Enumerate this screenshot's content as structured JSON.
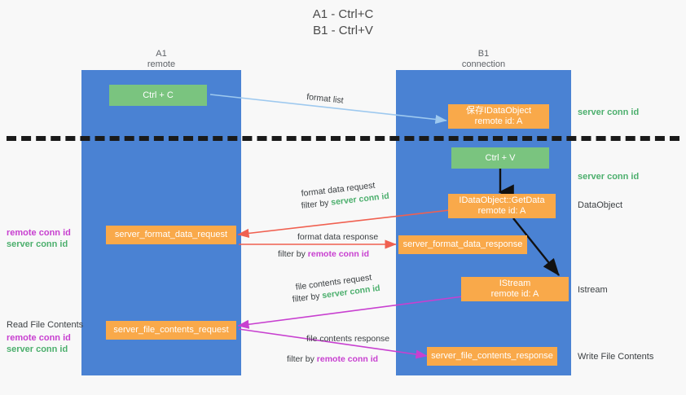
{
  "title": {
    "line1": "A1 - Ctrl+C",
    "line2": "B1 - Ctrl+V"
  },
  "colors": {
    "lane": "#4a82d3",
    "green_box": "#7ac47f",
    "orange_box": "#f9a94a",
    "server_conn_id": "#4caf6d",
    "remote_conn_id": "#c840d0",
    "arrow_blue": "#9ec9ef",
    "arrow_red": "#f06050",
    "arrow_magenta": "#c840d0",
    "arrow_black": "#000000",
    "divider": "#1a1a1a",
    "background": "#f8f8f8"
  },
  "lanes": [
    {
      "name": "A1",
      "sub": "remote"
    },
    {
      "name": "B1",
      "sub": "connection"
    }
  ],
  "boxes": {
    "ctrl_c": {
      "line1": "Ctrl + C"
    },
    "save_idataobject": {
      "line1": "保存IDataObject",
      "line2": "remote id: A"
    },
    "ctrl_v": {
      "line1": "Ctrl + V"
    },
    "getdata": {
      "line1": "IDataObject::GetData",
      "line2": "remote id: A"
    },
    "format_data_request": {
      "line1": "server_format_data_request"
    },
    "format_data_response": {
      "line1": "server_format_data_response"
    },
    "istream": {
      "line1": "IStream",
      "line2": "remote id: A"
    },
    "file_contents_request": {
      "line1": "server_file_contents_request"
    },
    "file_contents_response": {
      "line1": "server_file_contents_response"
    }
  },
  "side_labels": {
    "server_conn_id_top": "server conn id",
    "server_conn_id_mid": "server conn id",
    "dataobject": "DataObject",
    "istream": "Istream",
    "write_file_contents": "Write File Contents",
    "read_file_contents": "Read File Contents"
  },
  "conn_groups": {
    "upper": {
      "remote": "remote conn id",
      "server": "server conn id"
    },
    "lower": {
      "remote": "remote conn id",
      "server": "server conn id"
    }
  },
  "captions": {
    "format_list": "format list",
    "format_data_request": {
      "text": "format data request",
      "filter_prefix": "filter by ",
      "filter_value": "server conn id",
      "filter_color": "server"
    },
    "format_data_response": {
      "text": "format data response",
      "filter_prefix": "filter by ",
      "filter_value": "remote conn id",
      "filter_color": "remote"
    },
    "file_contents_request": {
      "text": "file contents request",
      "filter_prefix": "filter by ",
      "filter_value": "server conn id",
      "filter_color": "server"
    },
    "file_contents_response": {
      "text": "file contents response",
      "filter_prefix": "filter by ",
      "filter_value": "remote conn id",
      "filter_color": "remote"
    }
  }
}
